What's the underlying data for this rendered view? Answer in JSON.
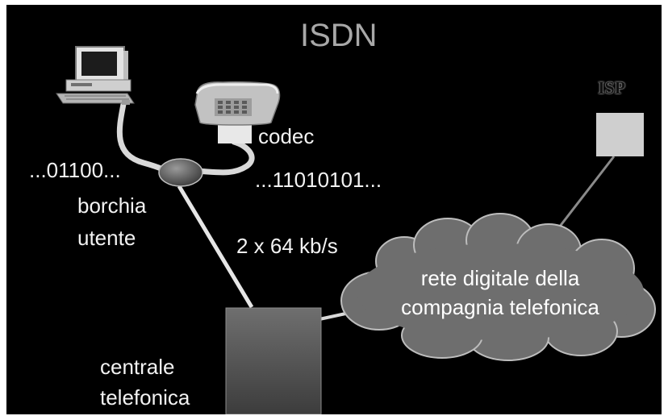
{
  "title": "ISDN",
  "labels": {
    "codec": "codec",
    "bits_user": "...01100...",
    "bits_phone": "...11010101...",
    "borchia_line1": "borchia",
    "borchia_line2": "utente",
    "rate": "2 x 64 kb/s",
    "cloud_line1": "rete digitale della",
    "cloud_line2": "compagnia telefonica",
    "centrale_line1": "centrale",
    "centrale_line2": "telefonica",
    "isp": "ISP"
  },
  "colors": {
    "background": "#000000",
    "title": "#a8a8a8",
    "text": "#f2f2f2",
    "cloud": "#6e6e6e",
    "cable": "#d9d9d9",
    "isp_box": "#cfcfcf"
  },
  "icons": [
    "computer-icon",
    "telephone-icon",
    "codec-box",
    "borchia-node",
    "centrale-box",
    "isp-box",
    "network-cloud"
  ]
}
